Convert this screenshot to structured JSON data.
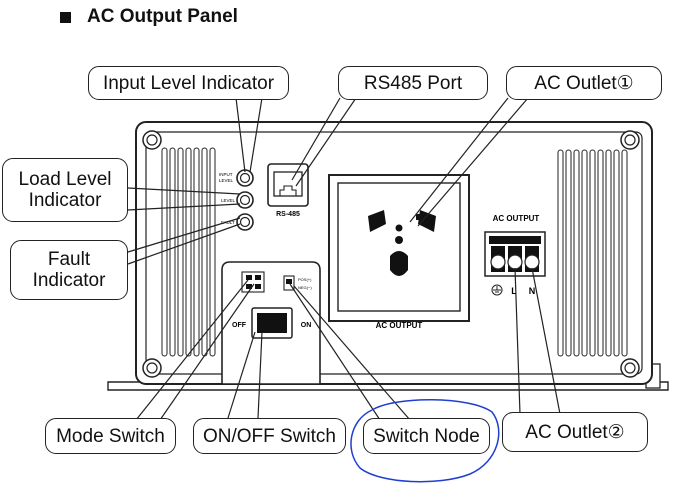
{
  "heading": {
    "bullet": "■",
    "title": "AC Output Panel"
  },
  "callouts": {
    "input_level_indicator": "Input Level Indicator",
    "rs485_port": "RS485 Port",
    "ac_outlet_1": "AC Outlet①",
    "load_level_indicator_line1": "Load Level",
    "load_level_indicator_line2": "Indicator",
    "fault_indicator_line1": "Fault",
    "fault_indicator_line2": "Indicator",
    "mode_switch": "Mode Switch",
    "on_off_switch": "ON/OFF Switch",
    "switch_node": "Switch Node",
    "ac_outlet_2": "AC Outlet②"
  },
  "panel_labels": {
    "input_level": [
      "INPUT",
      "LEVEL"
    ],
    "load_level": "LEVEL",
    "fault": "FAULT",
    "rs485": "RS-485",
    "socket_caption": "AC OUTPUT",
    "terminal_caption": "AC OUTPUT",
    "terminal_l": "L",
    "terminal_n": "N",
    "switch_off": "OFF",
    "switch_on": "ON",
    "node_pos1": "POS(+)",
    "node_neg": "NEG(−)"
  },
  "colors": {
    "highlight_circle": "#1f3fd1",
    "line": "#222222"
  },
  "icons": [
    "ground-icon",
    "screw-icon",
    "led-indicator-icon",
    "universal-socket-icon"
  ]
}
